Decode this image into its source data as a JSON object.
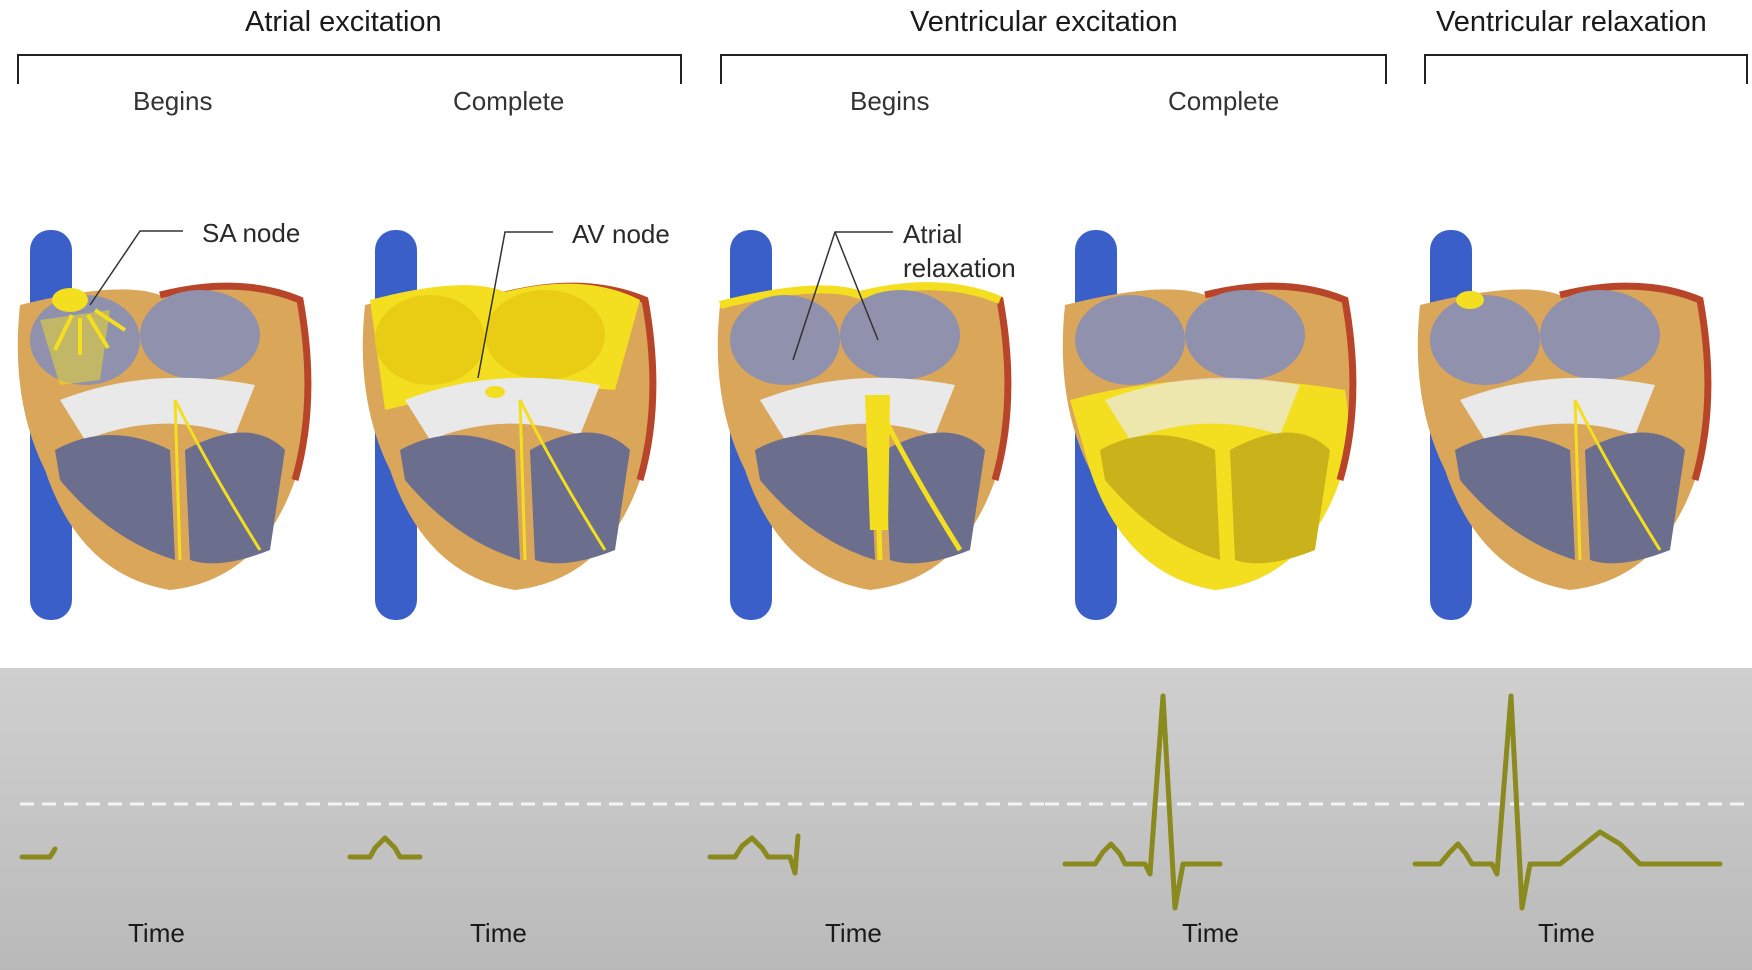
{
  "phases": [
    {
      "title": "Atrial excitation",
      "left": "Begins",
      "right": "Complete"
    },
    {
      "title": "Ventricular excitation",
      "left": "Begins",
      "right": "Complete"
    },
    {
      "title": "Ventricular relaxation"
    }
  ],
  "callouts": {
    "sa_node": "SA node",
    "av_node": "AV node",
    "atrial_relaxation_1": "Atrial",
    "atrial_relaxation_2": "relaxation"
  },
  "ecg": {
    "axis_label": "Time",
    "baseline_style": "dashed",
    "trace_color": "#8a8a1e"
  },
  "colors": {
    "vein": "#3a5fc8",
    "myocardium": "#d9a65a",
    "chamber": "#7c7f9e",
    "valve": "#e9e9ea",
    "excitation": "#f3de1f",
    "epicardium": "#b8452a"
  }
}
